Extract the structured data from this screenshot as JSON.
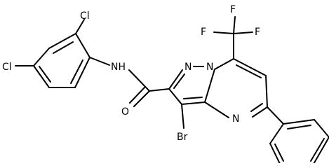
{
  "molecule": {
    "atom_labels": {
      "cl_top": "Cl",
      "cl_left": "Cl",
      "nh": "NH",
      "o": "O",
      "n_pyrazole_top": "N",
      "n_bridge": "N",
      "n_pyrimidine": "N",
      "br": "Br",
      "f_left": "F",
      "f_center": "F",
      "f_right": "F"
    }
  }
}
